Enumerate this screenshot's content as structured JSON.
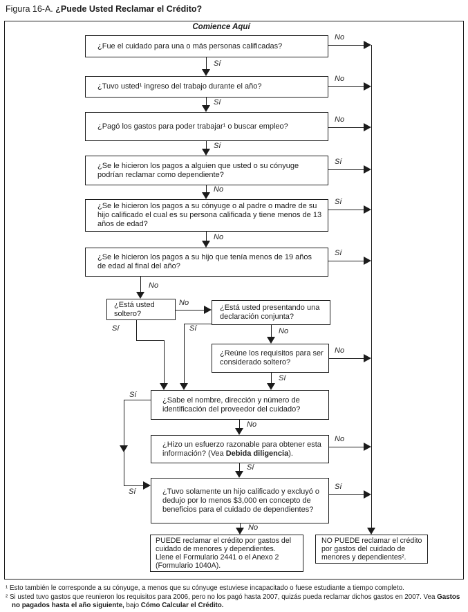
{
  "title": {
    "figure_label": "Figura 16-A.",
    "figure_title": "¿Puede Usted Reclamar el Crédito?"
  },
  "flowchart": {
    "start_label": "Comience Aquí",
    "yes_label": "Sí",
    "no_label": "No",
    "questions": {
      "personas_calificadas": "¿Fue el cuidado para una o más personas calificadas?",
      "ingreso_trabajo": "¿Tuvo usted¹ ingreso del trabajo durante el año?",
      "gastos_trabajar": "¿Pagó los gastos para poder trabajar¹ o buscar empleo?",
      "reclamar_dependiente": "¿Se le hicieron los pagos a alguien que usted o su cónyuge podrían reclamar como dependiente?",
      "pagos_conyuge_padre": "¿Se le hicieron los pagos a su cónyuge o al padre o madre de su hijo calificado el cual es su persona calificada y tiene menos de 13 años de edad?",
      "hijo_menor_19": "¿Se le hicieron los pagos a su hijo que tenía menos de 19 años de edad al final del año?",
      "soltero": "¿Está usted soltero?",
      "declaracion_conjunta": "¿Está usted presentando una declaración conjunta?",
      "considerado_soltero": "¿Reúne los requisitos para ser considerado soltero?",
      "proveedor_cuidado": "¿Sabe el nombre, dirección y número de identificación del proveedor del cuidado?",
      "esfuerzo_razonable": [
        {
          "t": "¿Hizo un esfuerzo razonable para obtener esta información? (Vea ",
          "b": false
        },
        {
          "t": "Debida diligencia",
          "b": true
        },
        {
          "t": ").",
          "b": false
        }
      ],
      "hijo_3000": "¿Tuvo solamente un hijo calificado y excluyó o dedujo por lo menos $3,000 en concepto de beneficios para el cuidado de dependientes?"
    },
    "results": {
      "puede_line1": "PUEDE reclamar el crédito por gastos del cuidado de menores y dependientes.",
      "puede_line2": "Llene el Formulario 2441 o el Anexo 2 (Formulario 1040A).",
      "no_puede": "NO PUEDE reclamar el crédito por gastos del cuidado de menores y dependientes²."
    }
  },
  "footnotes": {
    "note1": "¹ Esto también le corresponde a su cónyuge, a menos que su cónyuge estuviese incapacitado o fuese estudiante a tiempo completo.",
    "note2": [
      {
        "t": "² Si usted tuvo gastos que reunieron los requisitos para 2006, pero no los pagó hasta 2007, quizás pueda reclamar dichos gastos en 2007. Vea ",
        "b": false
      },
      {
        "t": "Gastos no pagados hasta el año siguiente,",
        "b": true
      },
      {
        "t": " bajo ",
        "b": false
      },
      {
        "t": "Cómo Calcular el Crédito.",
        "b": true
      }
    ]
  },
  "colors": {
    "ink": "#1c1c1c",
    "background": "#ffffff"
  }
}
